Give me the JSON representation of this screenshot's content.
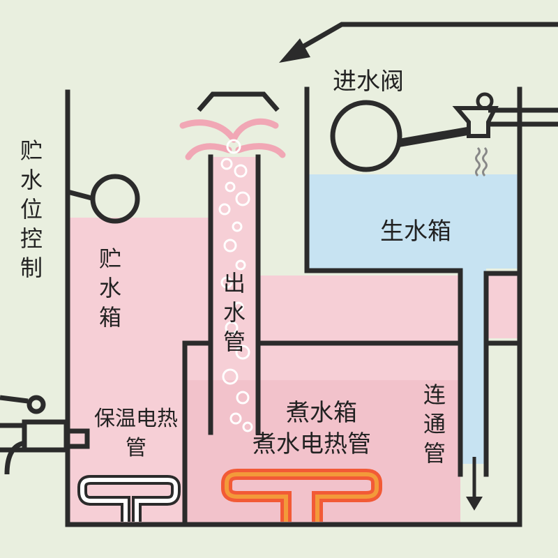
{
  "labels": {
    "inlet_valve": "进水阀",
    "level_control": "贮水位控制",
    "storage_tank": "贮水箱",
    "outlet_pipe": "出水管",
    "raw_water_tank": "生水箱",
    "keep_warm_heater": "保温电热管",
    "boiling_tank": "煮水箱",
    "boiling_heater": "煮水电热管",
    "connecting_pipe": "连通管"
  },
  "colors": {
    "background": "#e9efdf",
    "outline": "#2b2b2b",
    "hot_water": "#f6cfd6",
    "cold_water": "#c7e3f2",
    "heater_red": "#f25a36",
    "heater_orange": "#f39a3a",
    "steam_pink": "#f1a7b5"
  },
  "icons": [
    "float-valve-icon",
    "faucet-icon",
    "heater-coil-icon",
    "bubbles-icon",
    "arrow-icon"
  ]
}
